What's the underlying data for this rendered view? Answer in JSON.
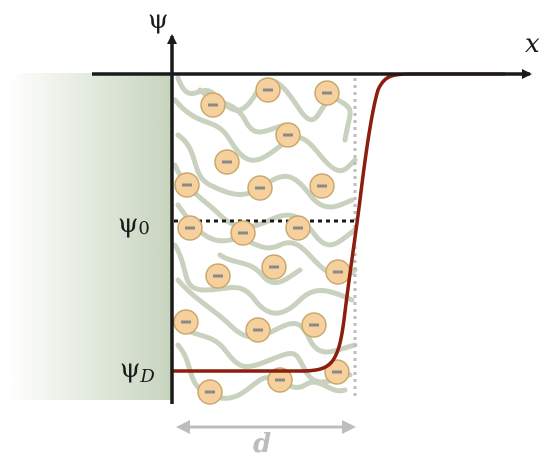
{
  "labels": {
    "y_axis": "ψ",
    "x_axis": "x",
    "psi0": "ψ",
    "psi0_sub": "0",
    "psiD": "ψ",
    "psiD_sub": "D",
    "thickness": "d"
  },
  "ion": {
    "symbol": "−"
  },
  "colors": {
    "axis": "#1a1a1a",
    "potential_curve": "#8b1e0c",
    "polymer_chain": "#c8d2bf",
    "ion_fill": "#f7d19d",
    "ion_stroke": "#c9a86d",
    "wall_gradient_dark": "#c7d4bd",
    "wall_gradient_light": "#ffffff",
    "brush_edge_dotted": "#bdbdbd",
    "psi0_dotted": "#1a1a1a",
    "dimension_arrow": "#bdbdbd"
  }
}
